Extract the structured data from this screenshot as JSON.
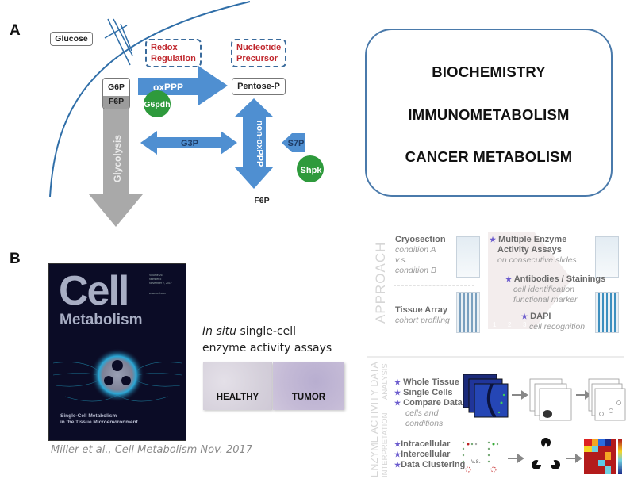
{
  "panel_a": {
    "letter": "A",
    "glucose": "Glucose",
    "redox": [
      "Redox",
      "Regulation"
    ],
    "nucleotide": [
      "Nucleotide",
      "Precursor"
    ],
    "g6p": "G6P",
    "f6p_top": "F6P",
    "oxppp": "oxPPP",
    "pentose": "Pentose-P",
    "g6pdh": "G6pdh",
    "glycolysis": "Glycolysis",
    "g3p": "G3P",
    "non_oxppp": "non-oxPPP",
    "s7p": "S7P",
    "shpk": "Shpk",
    "f6p_bottom": "F6P",
    "colors": {
      "arrow_blue": "#4f8fd1",
      "enzyme_green": "#2e9a3c",
      "glycolysis_gray": "#a9a9a9",
      "membrane": "#2f6ea8",
      "red_text": "#c0272d"
    }
  },
  "topics": [
    "BIOCHEMISTRY",
    "IMMUNOMETABOLISM",
    "CANCER METABOLISM"
  ],
  "panel_b": {
    "letter": "B",
    "cover": {
      "title_big": "Cell",
      "title_sub": "Metabolism",
      "vol_lines": [
        "Volume 26",
        "Number 5",
        "November 7, 2017",
        "",
        "www.cell.com"
      ],
      "subtitle": [
        "Single-Cell Metabolism",
        "in the Tissue Microenvironment"
      ]
    },
    "citation": "Miller et al., Cell Metabolism Nov. 2017",
    "insitu": {
      "italic": "In situ",
      "rest": " single-cell",
      "line2": "enzyme activity assays"
    },
    "tissue_labels": [
      "HEALTHY",
      "TUMOR"
    ]
  },
  "approach": {
    "side_label": "APPROACH",
    "cryosection": {
      "title": "Cryosection",
      "lines": [
        "condition A",
        "v.s.",
        "condition B"
      ]
    },
    "tissue_array": {
      "title": "Tissue Array",
      "lines": [
        "cohort profiling"
      ]
    },
    "steps": [
      {
        "title": [
          "Multiple Enzyme",
          "Activity Assays"
        ],
        "desc": [
          "on consecutive slides"
        ]
      },
      {
        "title": [
          "Antibodies / Stainings"
        ],
        "desc": [
          "cell identification",
          "functional marker"
        ]
      },
      {
        "title": [
          "DAPI"
        ],
        "desc": [
          "cell recognition"
        ]
      }
    ],
    "step_numbers": [
      "1",
      "2",
      "3"
    ]
  },
  "enzyme_data": {
    "side_label_1": "ENZYME ACTIVITY DATA",
    "side_label_2a": "ANALYSIS",
    "side_label_2b": "INTERPRETATION",
    "analysis_items": [
      "Whole Tissue",
      "Single Cells",
      "Compare Data"
    ],
    "analysis_note": [
      "cells and",
      "conditions"
    ],
    "interp_items": [
      "Intracellular",
      "Intercellular",
      "Data Clustering"
    ],
    "vs_label": "v.s."
  }
}
